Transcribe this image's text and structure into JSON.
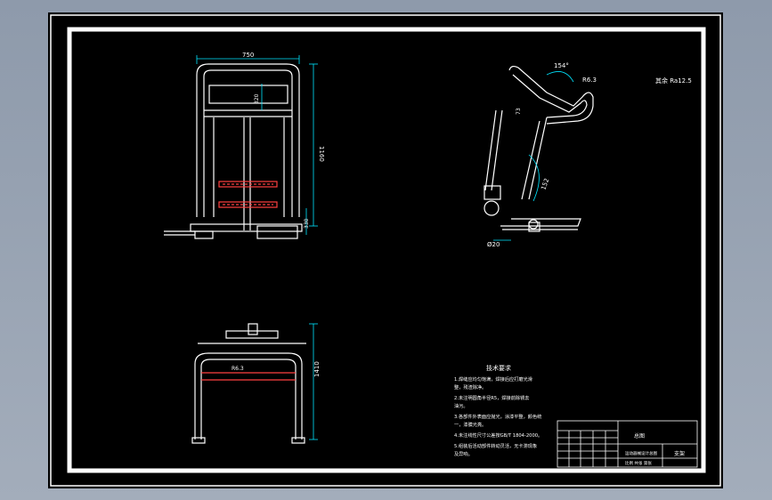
{
  "drawing": {
    "front_view": {
      "dim_width": "750",
      "dim_height": "1160",
      "dim_inner": "320",
      "dim_base": "330"
    },
    "side_view": {
      "dim_angle": "154°",
      "dim_arc": "152",
      "dim_radius": "R6.3",
      "dim_small": "Ø20",
      "dim_leg": "73"
    },
    "roughness_note": "其余 Ra12.5",
    "top_view": {
      "dim_radius": "R6.3",
      "dim_height": "1410"
    },
    "technical_requirements": {
      "title": "技术要求",
      "lines": [
        "1.焊缝应均匀饱满，焊接后应打磨光滑",
        "整，残渣除净。",
        "2.未注明圆角半径R5，焊接前除锈去",
        "油污。",
        "3.各部件外表面应抛光，涂漆平整，颜色统",
        "一，漆膜光亮。",
        "4.未注线性尺寸公差按GB/T 1804-2000。",
        "5.组装后活动部件转动灵活，无卡滞现象",
        "及异响。"
      ]
    },
    "title_block": {
      "name": "支架",
      "view_label": "总图",
      "drawing_no": "运动器械设计总图",
      "row3": "比例  共张  第张"
    }
  },
  "colors": {
    "canvas": "#000000",
    "frame": "#ffffff",
    "dimension": "#00e5ff",
    "hatch": "#ff4040",
    "part": "#ffffff"
  }
}
